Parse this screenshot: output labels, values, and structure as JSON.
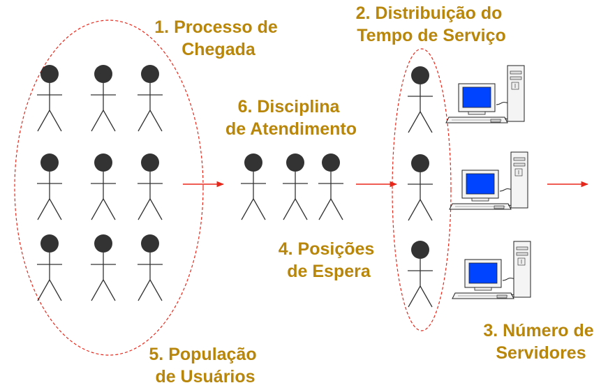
{
  "labels": {
    "arrival": [
      "1. Processo de",
      "Chegada"
    ],
    "service_time": [
      "2. Distribuição do",
      "Tempo de Serviço"
    ],
    "servers": [
      "3. Número de",
      "Servidores"
    ],
    "waiting": [
      "4. Posições",
      "de Espera"
    ],
    "population": [
      "5. População",
      "de Usuários"
    ],
    "discipline": [
      "6. Disciplina",
      "de Atendimento"
    ]
  },
  "colors": {
    "label": "#b8860b",
    "dashed_outline": "#e8271a",
    "arrow": "#e8271a",
    "person": "#333333",
    "screen": "#0044ff"
  },
  "icons": {
    "person": "stick-figure-icon",
    "server": "computer-workstation-icon"
  }
}
